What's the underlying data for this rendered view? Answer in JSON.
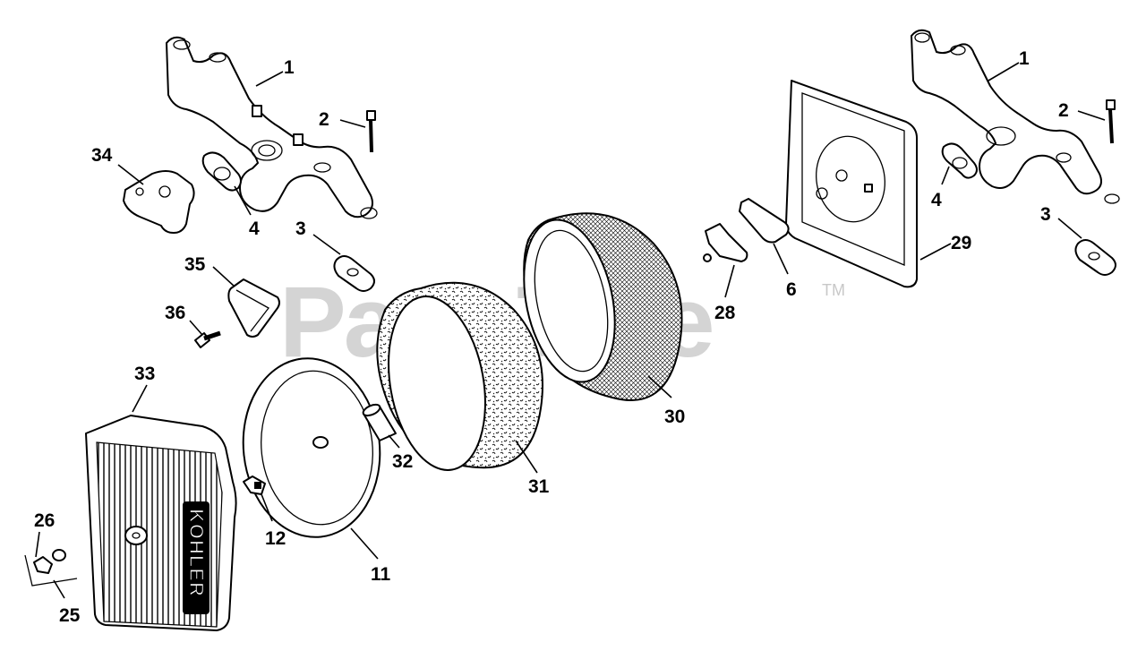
{
  "watermark": {
    "text": "PartsTree",
    "trademark": "TM"
  },
  "brand_text": "KOHLER",
  "callouts": [
    {
      "id": "1",
      "label": "1"
    },
    {
      "id": "2",
      "label": "2"
    },
    {
      "id": "34",
      "label": "34"
    },
    {
      "id": "4",
      "label": "4"
    },
    {
      "id": "3",
      "label": "3"
    },
    {
      "id": "35",
      "label": "35"
    },
    {
      "id": "36",
      "label": "36"
    },
    {
      "id": "33",
      "label": "33"
    },
    {
      "id": "12",
      "label": "12"
    },
    {
      "id": "11",
      "label": "11"
    },
    {
      "id": "32",
      "label": "32"
    },
    {
      "id": "31",
      "label": "31"
    },
    {
      "id": "30",
      "label": "30"
    },
    {
      "id": "26",
      "label": "26"
    },
    {
      "id": "25",
      "label": "25"
    },
    {
      "id": "28",
      "label": "28"
    },
    {
      "id": "6",
      "label": "6"
    },
    {
      "id": "29",
      "label": "29"
    },
    {
      "id": "1b",
      "label": "1"
    },
    {
      "id": "2b",
      "label": "2"
    },
    {
      "id": "4b",
      "label": "4"
    },
    {
      "id": "3b",
      "label": "3"
    }
  ]
}
